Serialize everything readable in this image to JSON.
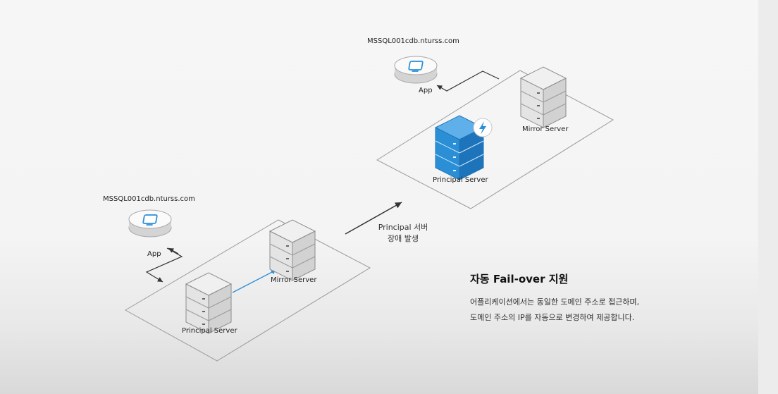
{
  "left": {
    "domain": "MSSQL001cdb.nturss.com",
    "app_label": "App",
    "principal_label": "Principal Server",
    "mirror_label": "Mirror Server"
  },
  "right": {
    "domain": "MSSQL001cdb.nturss.com",
    "app_label": "App",
    "principal_label": "Principal Server",
    "mirror_label": "Mirror Server"
  },
  "transition": {
    "line1": "Principal 서버",
    "line2": "장애 발생"
  },
  "info": {
    "title": "자동 Fail-over 지원",
    "desc_line1": "어플리케이션에서는 동일한 도메인 주소로 접근하며,",
    "desc_line2": "도메인 주소의 IP를 자동으로 변경하여 제공합니다."
  },
  "colors": {
    "accent": "#2b8fd6",
    "server_gray": "#d9d9d9",
    "platform_line": "#9a9a9a"
  }
}
